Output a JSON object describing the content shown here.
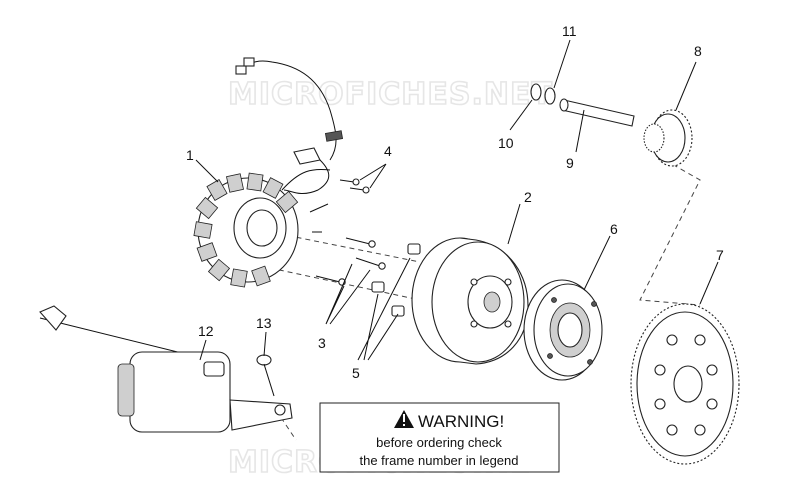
{
  "watermark": "MICROFICHES.NET",
  "warning": {
    "title": "WARNING!",
    "line1": "before ordering check",
    "line2": "the frame number in legend"
  },
  "callouts": {
    "c1": "1",
    "c2": "2",
    "c3": "3",
    "c4": "4",
    "c5": "5",
    "c6": "6",
    "c7": "7",
    "c8": "8",
    "c9": "9",
    "c10": "10",
    "c11": "11",
    "c12": "12",
    "c13": "13"
  }
}
